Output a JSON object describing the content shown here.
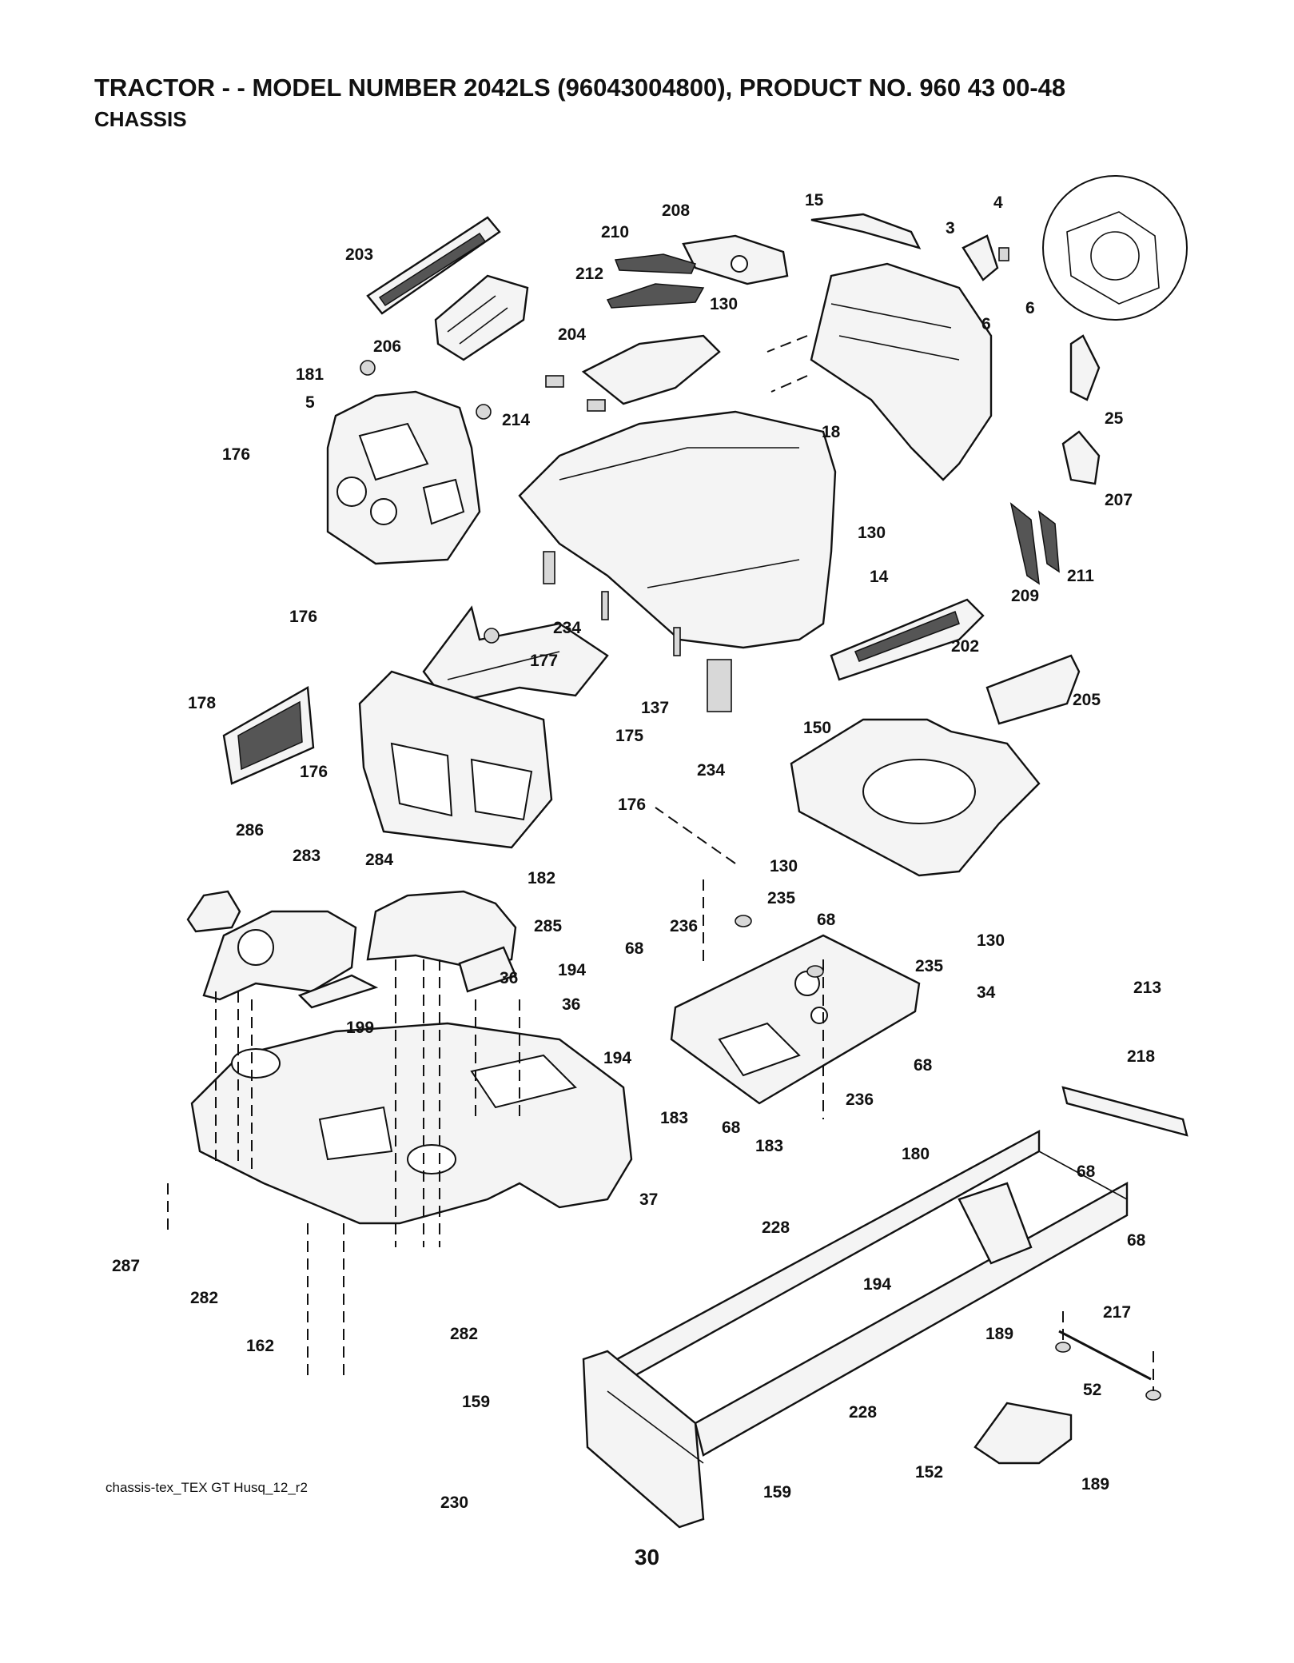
{
  "header": {
    "title": "TRACTOR - - MODEL NUMBER 2042LS (96043004800), PRODUCT NO. 960 43 00-48",
    "section": "CHASSIS"
  },
  "footer": {
    "file_label": "chassis-tex_TEX GT Husq_12_r2",
    "page_number": "30"
  },
  "callouts": [
    {
      "id": "c-203",
      "label": "203"
    },
    {
      "id": "c-206",
      "label": "206"
    },
    {
      "id": "c-181",
      "label": "181"
    },
    {
      "id": "c-5",
      "label": "5"
    },
    {
      "id": "c-176a",
      "label": "176"
    },
    {
      "id": "c-176b",
      "label": "176"
    },
    {
      "id": "c-176c",
      "label": "176"
    },
    {
      "id": "c-176d",
      "label": "176"
    },
    {
      "id": "c-178",
      "label": "178"
    },
    {
      "id": "c-177",
      "label": "177"
    },
    {
      "id": "c-175",
      "label": "175"
    },
    {
      "id": "c-182",
      "label": "182"
    },
    {
      "id": "c-208",
      "label": "208"
    },
    {
      "id": "c-210",
      "label": "210"
    },
    {
      "id": "c-212",
      "label": "212"
    },
    {
      "id": "c-204",
      "label": "204"
    },
    {
      "id": "c-214",
      "label": "214"
    },
    {
      "id": "c-130a",
      "label": "130"
    },
    {
      "id": "c-15",
      "label": "15"
    },
    {
      "id": "c-4",
      "label": "4"
    },
    {
      "id": "c-3",
      "label": "3"
    },
    {
      "id": "c-6a",
      "label": "6"
    },
    {
      "id": "c-6b",
      "label": "6"
    },
    {
      "id": "c-18",
      "label": "18"
    },
    {
      "id": "c-25",
      "label": "25"
    },
    {
      "id": "c-130b",
      "label": "130"
    },
    {
      "id": "c-207",
      "label": "207"
    },
    {
      "id": "c-209",
      "label": "209"
    },
    {
      "id": "c-211",
      "label": "211"
    },
    {
      "id": "c-14",
      "label": "14"
    },
    {
      "id": "c-234a",
      "label": "234"
    },
    {
      "id": "c-137",
      "label": "137"
    },
    {
      "id": "c-234b",
      "label": "234"
    },
    {
      "id": "c-202",
      "label": "202"
    },
    {
      "id": "c-205",
      "label": "205"
    },
    {
      "id": "c-150",
      "label": "150"
    },
    {
      "id": "c-130c",
      "label": "130"
    },
    {
      "id": "c-130d",
      "label": "130"
    },
    {
      "id": "c-286",
      "label": "286"
    },
    {
      "id": "c-283",
      "label": "283"
    },
    {
      "id": "c-284",
      "label": "284"
    },
    {
      "id": "c-285",
      "label": "285"
    },
    {
      "id": "c-199",
      "label": "199"
    },
    {
      "id": "c-36a",
      "label": "36"
    },
    {
      "id": "c-194a",
      "label": "194"
    },
    {
      "id": "c-36b",
      "label": "36"
    },
    {
      "id": "c-194b",
      "label": "194"
    },
    {
      "id": "c-37",
      "label": "37"
    },
    {
      "id": "c-287",
      "label": "287"
    },
    {
      "id": "c-282a",
      "label": "282"
    },
    {
      "id": "c-162",
      "label": "162"
    },
    {
      "id": "c-282b",
      "label": "282"
    },
    {
      "id": "c-235a",
      "label": "235"
    },
    {
      "id": "c-236a",
      "label": "236"
    },
    {
      "id": "c-68a",
      "label": "68"
    },
    {
      "id": "c-68b",
      "label": "68"
    },
    {
      "id": "c-235b",
      "label": "235"
    },
    {
      "id": "c-34",
      "label": "34"
    },
    {
      "id": "c-68c",
      "label": "68"
    },
    {
      "id": "c-236b",
      "label": "236"
    },
    {
      "id": "c-183a",
      "label": "183"
    },
    {
      "id": "c-68d",
      "label": "68"
    },
    {
      "id": "c-183b",
      "label": "183"
    },
    {
      "id": "c-213",
      "label": "213"
    },
    {
      "id": "c-218",
      "label": "218"
    },
    {
      "id": "c-68e",
      "label": "68"
    },
    {
      "id": "c-68f",
      "label": "68"
    },
    {
      "id": "c-180",
      "label": "180"
    },
    {
      "id": "c-228a",
      "label": "228"
    },
    {
      "id": "c-194c",
      "label": "194"
    },
    {
      "id": "c-217",
      "label": "217"
    },
    {
      "id": "c-189a",
      "label": "189"
    },
    {
      "id": "c-52",
      "label": "52"
    },
    {
      "id": "c-228b",
      "label": "228"
    },
    {
      "id": "c-159a",
      "label": "159"
    },
    {
      "id": "c-159b",
      "label": "159"
    },
    {
      "id": "c-152",
      "label": "152"
    },
    {
      "id": "c-189b",
      "label": "189"
    },
    {
      "id": "c-230",
      "label": "230"
    }
  ]
}
